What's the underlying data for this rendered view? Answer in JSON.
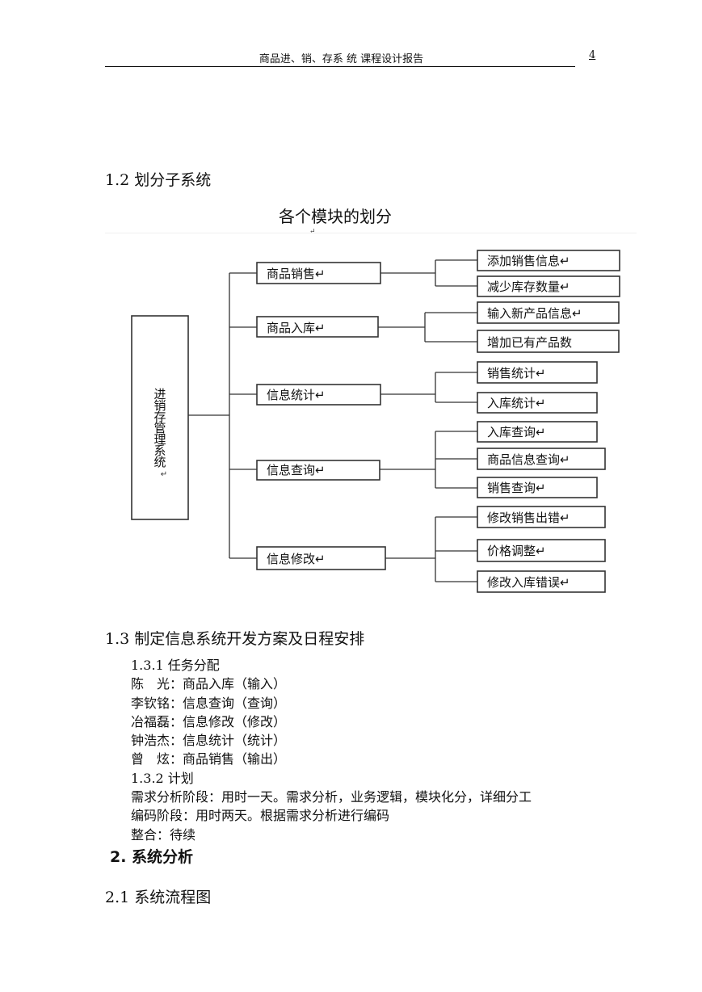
{
  "header": {
    "title": "商品进、销、存系 统 课程设计报告",
    "page_number": "4"
  },
  "section_1_2": {
    "heading": "1.2 划分子系统",
    "caption": "各个模块的划分",
    "caption_mark": "↵"
  },
  "diagram": {
    "root": "进销存管理系统",
    "root_mark": "↵",
    "modules": [
      {
        "label": "商品销售",
        "children": [
          "添加销售信息",
          "减少库存数量"
        ]
      },
      {
        "label": "商品入库",
        "children": [
          "输入新产品信息",
          "增加已有产品数"
        ]
      },
      {
        "label": "信息统计",
        "children": [
          "销售统计",
          "入库统计"
        ]
      },
      {
        "label": "信息查询",
        "children": [
          "入库查询",
          "商品信息查询",
          "销售查询"
        ]
      },
      {
        "label": "信息修改",
        "children": [
          "修改销售出错",
          "价格调整",
          "修改入库错误"
        ]
      }
    ]
  },
  "section_1_3": {
    "heading": "1.3 制定信息系统开发方案及日程安排",
    "lines": [
      "1.3.1 任务分配",
      "陈　光：商品入库（输入）",
      "李钦铭：信息查询（查询）",
      "冶福磊：信息修改（修改）",
      "钟浩杰：信息统计（统计）",
      "曾　炫：商品销售（输出）",
      "1.3.2 计划",
      "需求分析阶段：用时一天。需求分析，业务逻辑，模块化分，详细分工",
      "编码阶段：用时两天。根据需求分析进行编码",
      "整合：待续"
    ]
  },
  "section_2": {
    "heading": "2. 系统分析",
    "sub_heading": "2.1 系统流程图"
  }
}
